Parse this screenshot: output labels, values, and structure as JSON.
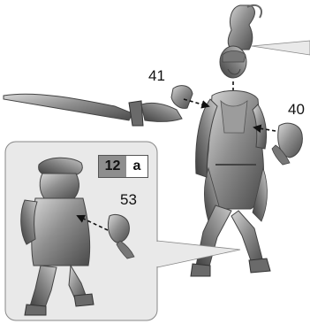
{
  "labels": {
    "part_41": "41",
    "part_40": "40",
    "part_53": "53"
  },
  "step": {
    "number": "12",
    "letter": "a"
  },
  "colors": {
    "callout_bg": "#e9e9e9",
    "step_number_bg": "#8e8e8e",
    "model_grey": "#8a8a8a"
  }
}
